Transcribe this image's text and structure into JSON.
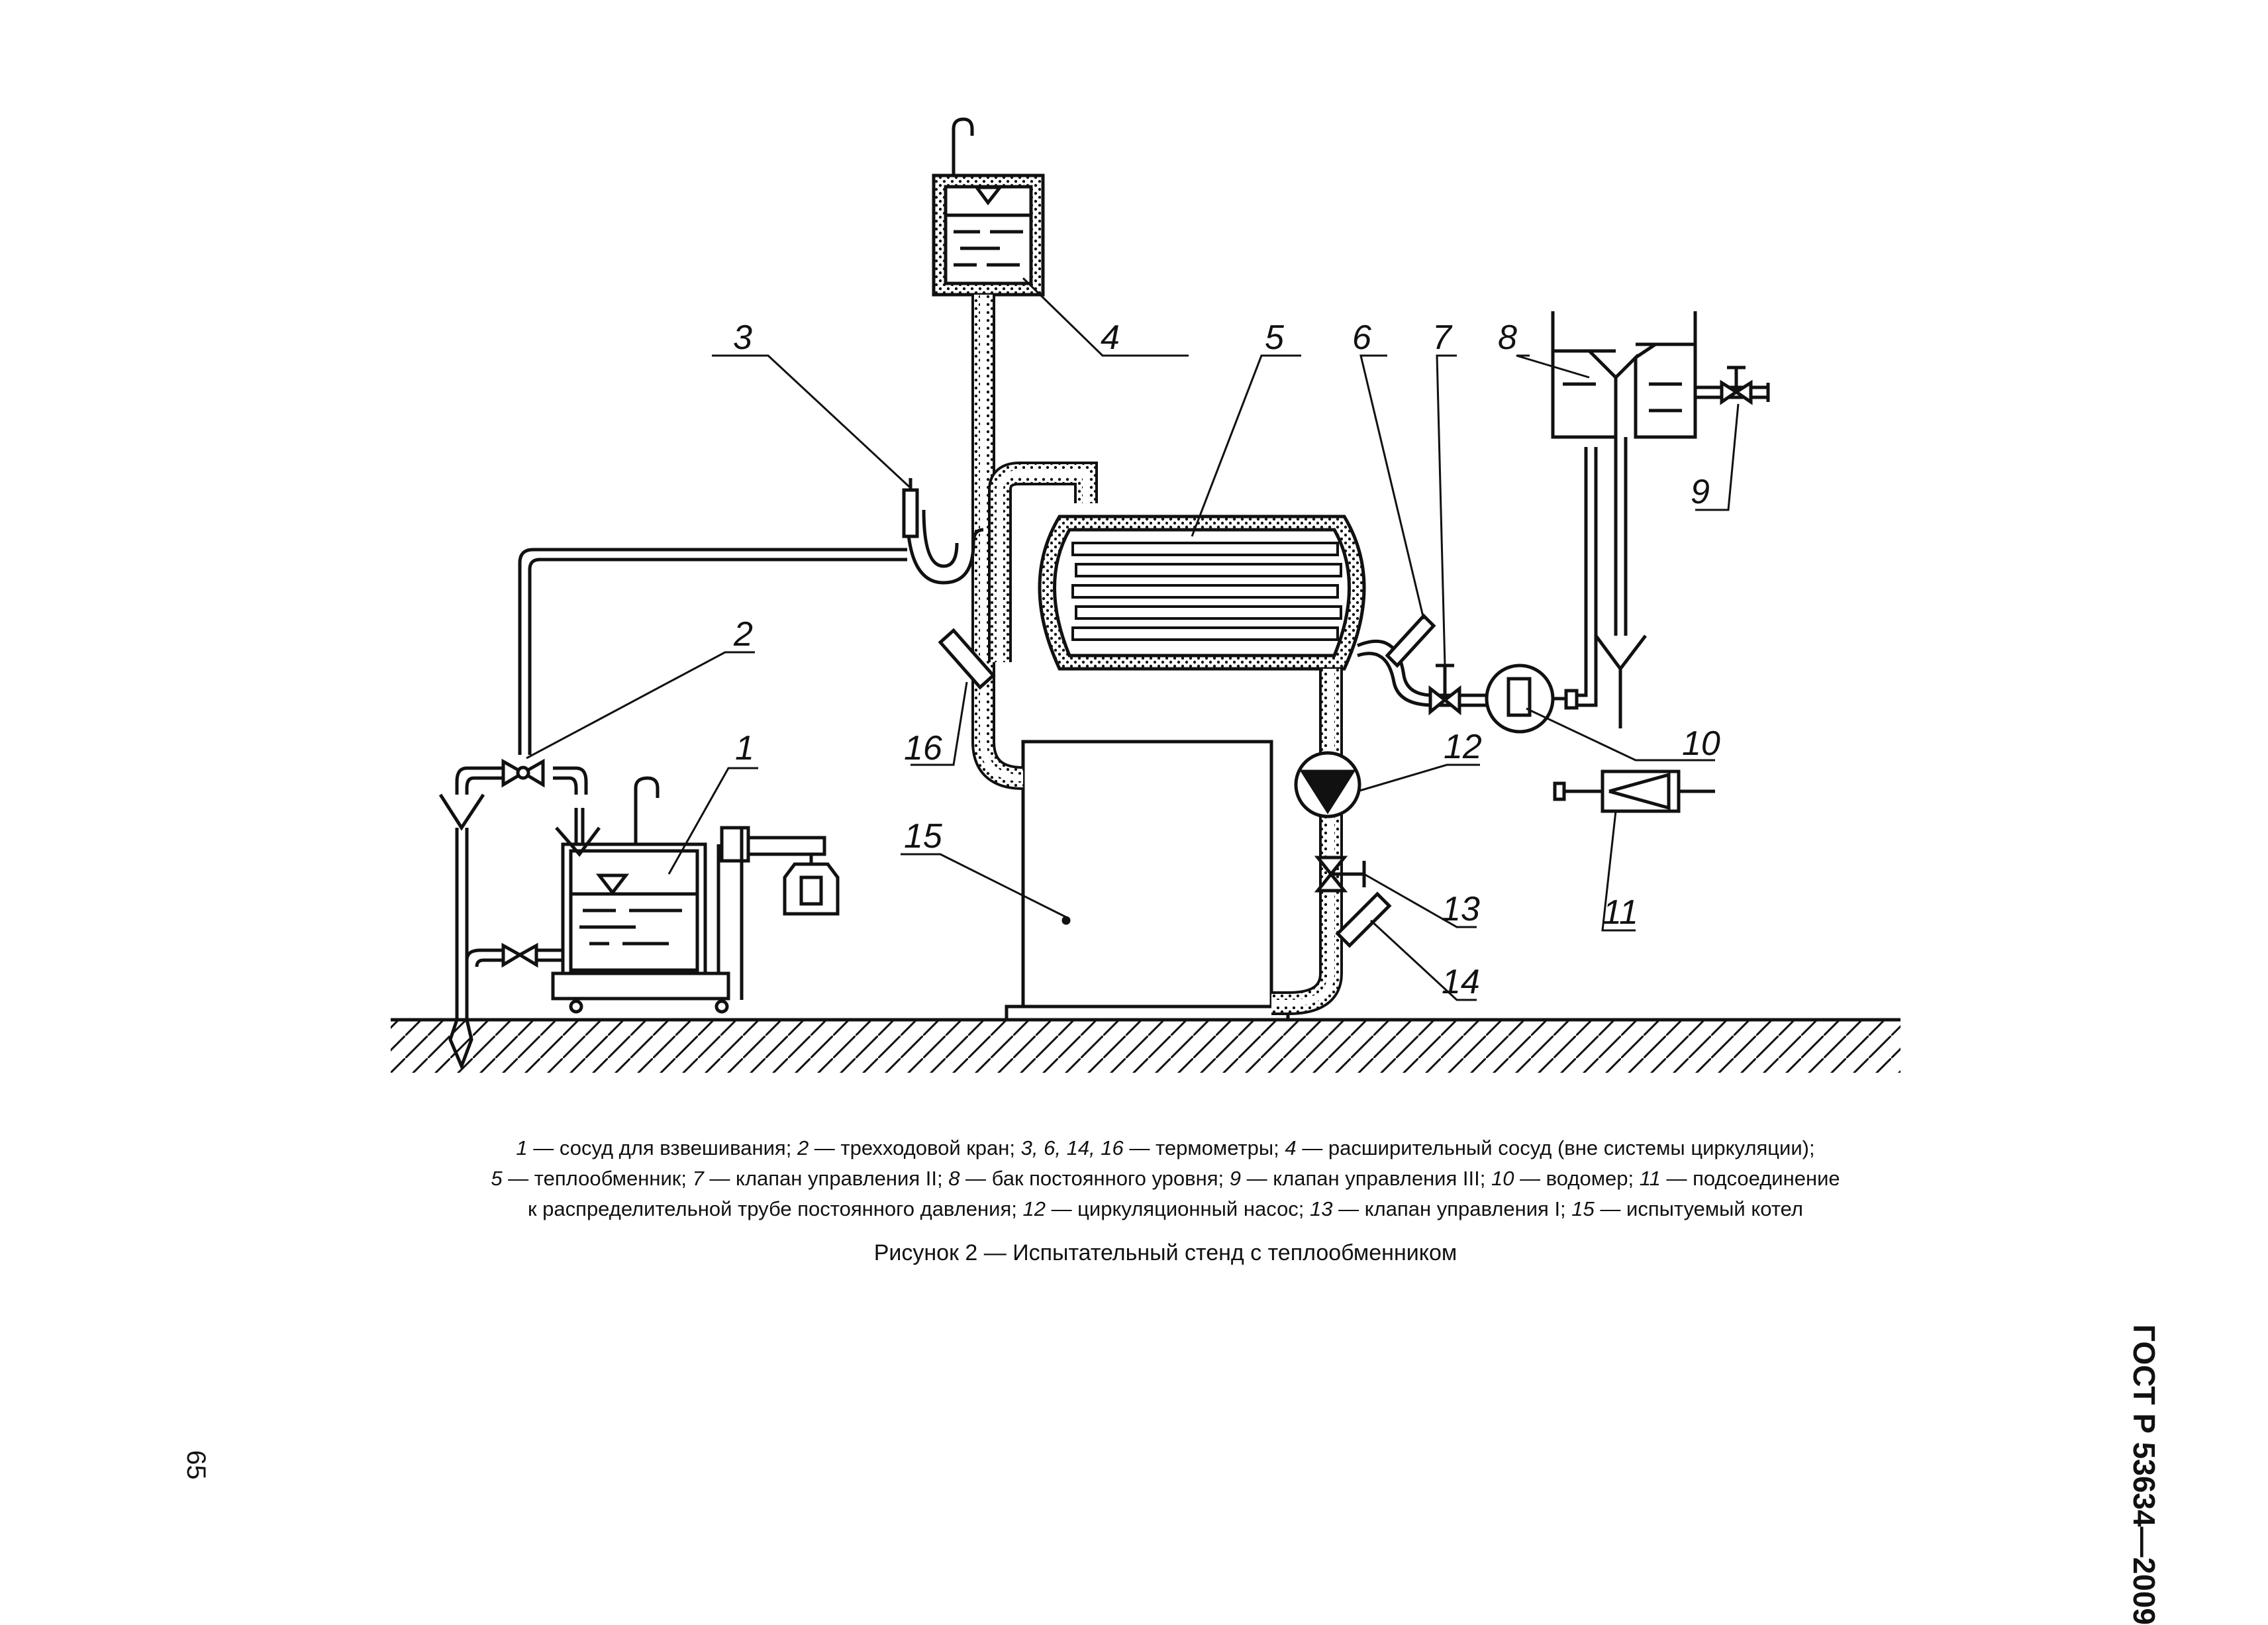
{
  "labels": {
    "l1": "1",
    "l2": "2",
    "l3": "3",
    "l4": "4",
    "l5": "5",
    "l6": "6",
    "l7": "7",
    "l8": "8",
    "l9": "9",
    "l10": "10",
    "l11": "11",
    "l12": "12",
    "l13": "13",
    "l14": "14",
    "l15": "15",
    "l16": "16"
  },
  "legend": {
    "line1": [
      {
        "num": "1",
        "text": " — сосуд для взвешивания; "
      },
      {
        "num": "2",
        "text": " — трехходовой кран; "
      },
      {
        "num": "3, 6, 14, 16",
        "text": " — термометры; "
      },
      {
        "num": "4",
        "text": " — расширительный сосуд (вне системы циркуляции);"
      }
    ],
    "line2": [
      {
        "num": "5",
        "text": " — теплообменник; "
      },
      {
        "num": "7",
        "text": " — клапан управления II; "
      },
      {
        "num": "8",
        "text": " — бак постоянного уровня; "
      },
      {
        "num": "9",
        "text": " — клапан управления III; "
      },
      {
        "num": "10",
        "text": " — водомер; "
      },
      {
        "num": "11",
        "text": " — подсоединение"
      }
    ],
    "line3": [
      {
        "num": "",
        "text": "к распределительной трубе постоянного давления; "
      },
      {
        "num": "12",
        "text": " — циркуляционный насос; "
      },
      {
        "num": "13",
        "text": " — клапан управления I; "
      },
      {
        "num": "15",
        "text": " — испытуемый котел"
      }
    ]
  },
  "caption": "Рисунок 2 — Испытательный стенд с теплообменником",
  "standard": "ГОСТ Р 53634—2009",
  "page_number": "65"
}
